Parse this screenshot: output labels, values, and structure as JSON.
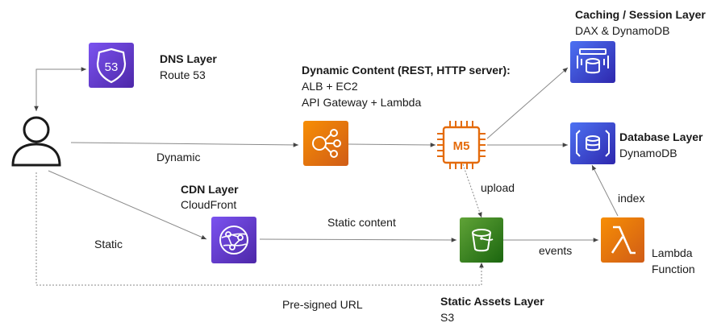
{
  "dns_layer": {
    "title": "DNS Layer",
    "subtitle": "Route 53",
    "icon": "route53-shield-icon"
  },
  "dynamic_content": {
    "title": "Dynamic Content (REST, HTTP server):",
    "line1": "ALB + EC2",
    "line2": "API Gateway + Lambda",
    "icon": "api-gateway-icon"
  },
  "caching_layer": {
    "title": "Caching / Session Layer",
    "subtitle": "DAX & DynamoDB",
    "icon": "dax-icon"
  },
  "database_layer": {
    "title": "Database Layer",
    "subtitle": "DynamoDB",
    "icon": "dynamodb-icon"
  },
  "cdn_layer": {
    "title": "CDN Layer",
    "subtitle": "CloudFront",
    "icon": "cloudfront-icon"
  },
  "static_assets_layer": {
    "title": "Static Assets Layer",
    "subtitle": "S3",
    "icon": "s3-bucket-icon"
  },
  "lambda_function": {
    "line1": "Lambda",
    "line2": "Function",
    "icon": "lambda-icon"
  },
  "ec2_instance": {
    "label": "M5",
    "icon": "ec2-chip-icon"
  },
  "edge_labels": {
    "dynamic": "Dynamic",
    "static": "Static",
    "static_content": "Static content",
    "upload": "upload",
    "events": "events",
    "index": "index",
    "presigned_url": "Pre-signed URL"
  },
  "colors": {
    "compute_orange": "#ED7100",
    "network_purple": "#8C4FFF",
    "database_blue": "#3B48CC",
    "storage_green": "#3F8624",
    "line_gray": "#7a7a7a"
  }
}
